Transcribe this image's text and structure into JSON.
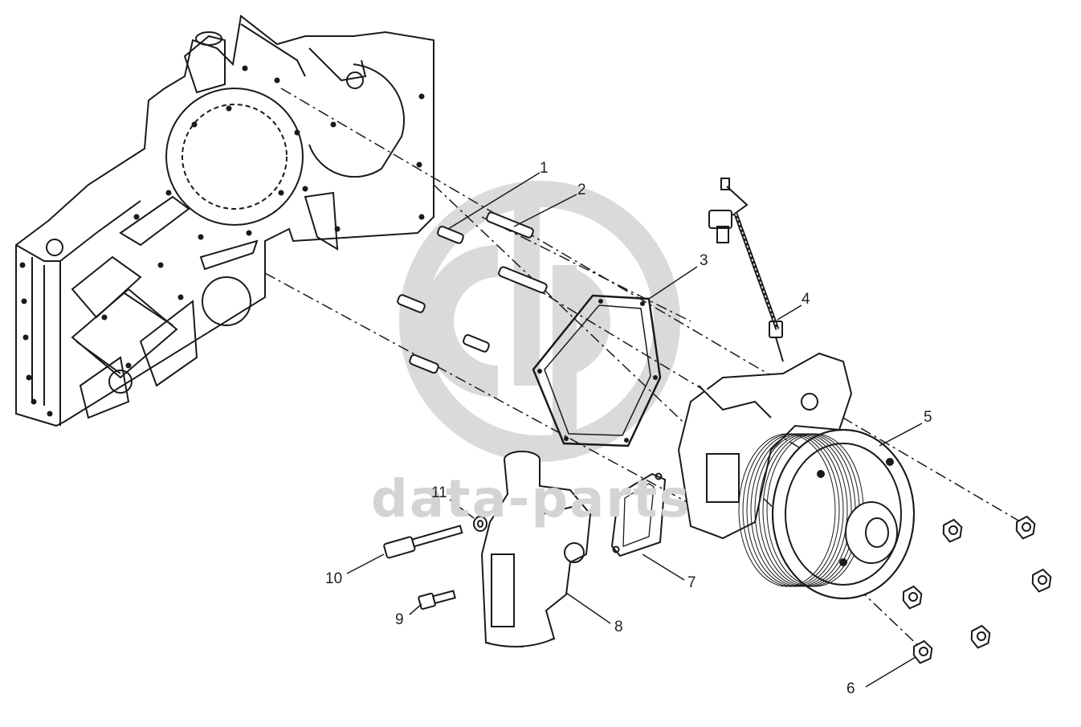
{
  "diagram": {
    "callouts": [
      {
        "id": "c1",
        "text": "1"
      },
      {
        "id": "c2",
        "text": "2"
      },
      {
        "id": "c3",
        "text": "3"
      },
      {
        "id": "c4",
        "text": "4"
      },
      {
        "id": "c5",
        "text": "5"
      },
      {
        "id": "c6",
        "text": "6"
      },
      {
        "id": "c7",
        "text": "7"
      },
      {
        "id": "c8",
        "text": "8"
      },
      {
        "id": "c9",
        "text": "9"
      },
      {
        "id": "c10",
        "text": "10"
      },
      {
        "id": "c11",
        "text": "11"
      }
    ],
    "watermark": {
      "text": "data-parts",
      "logo_icon": "dp-logo-icon"
    },
    "colors": {
      "line": "#1a1a1a",
      "watermark": "#cfcfcf",
      "background": "#ffffff"
    }
  }
}
